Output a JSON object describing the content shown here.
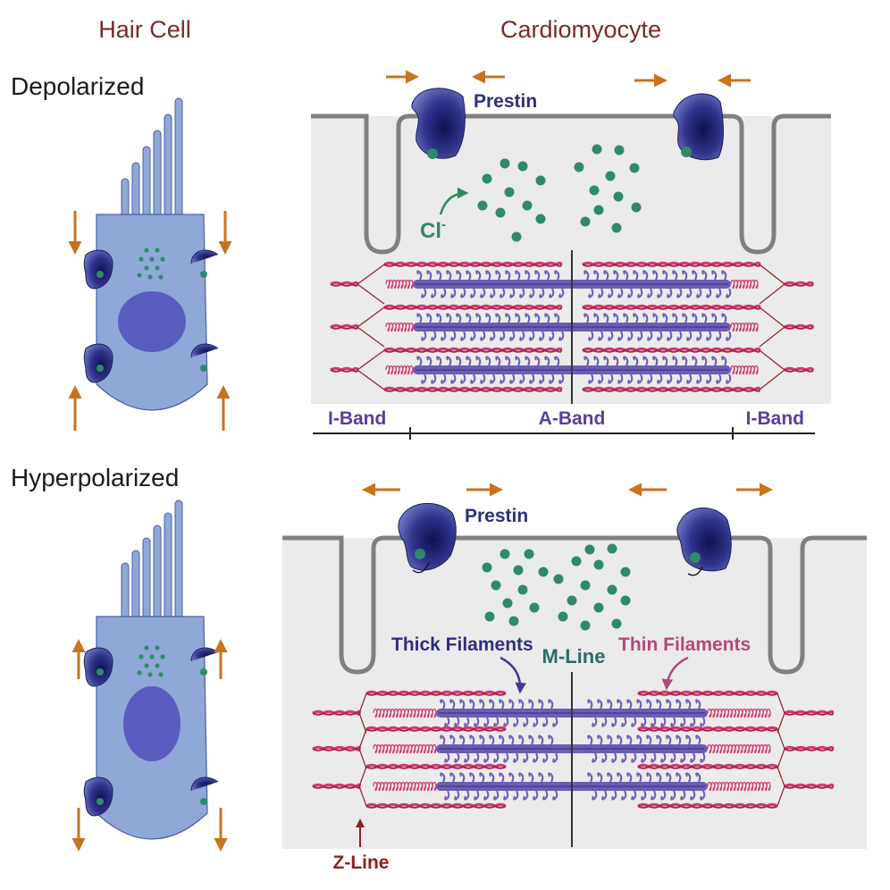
{
  "headers": {
    "hair_cell": "Hair Cell",
    "cardiomyocyte": "Cardiomyocyte"
  },
  "states": {
    "depolarized": "Depolarized",
    "hyperpolarized": "Hyperpolarized"
  },
  "labels": {
    "prestin": "Prestin",
    "chloride": "Cl",
    "chloride_sup": "-",
    "i_band": "I-Band",
    "a_band": "A-Band",
    "thick_filaments": "Thick Filaments",
    "m_line": "M-Line",
    "thin_filaments": "Thin Filaments",
    "z_line": "Z-Line"
  },
  "colors": {
    "arrow": "#c8731e",
    "membrane": "#808080",
    "cytoplasm": "#ebebeb",
    "prestin": "#2c2f78",
    "chloride": "#2f8a6c",
    "thick_filament": "#6d5cb3",
    "thin_filament": "#d2386e",
    "cell_body": "#8fa8d8",
    "nucleus": "#5b5cc0"
  }
}
